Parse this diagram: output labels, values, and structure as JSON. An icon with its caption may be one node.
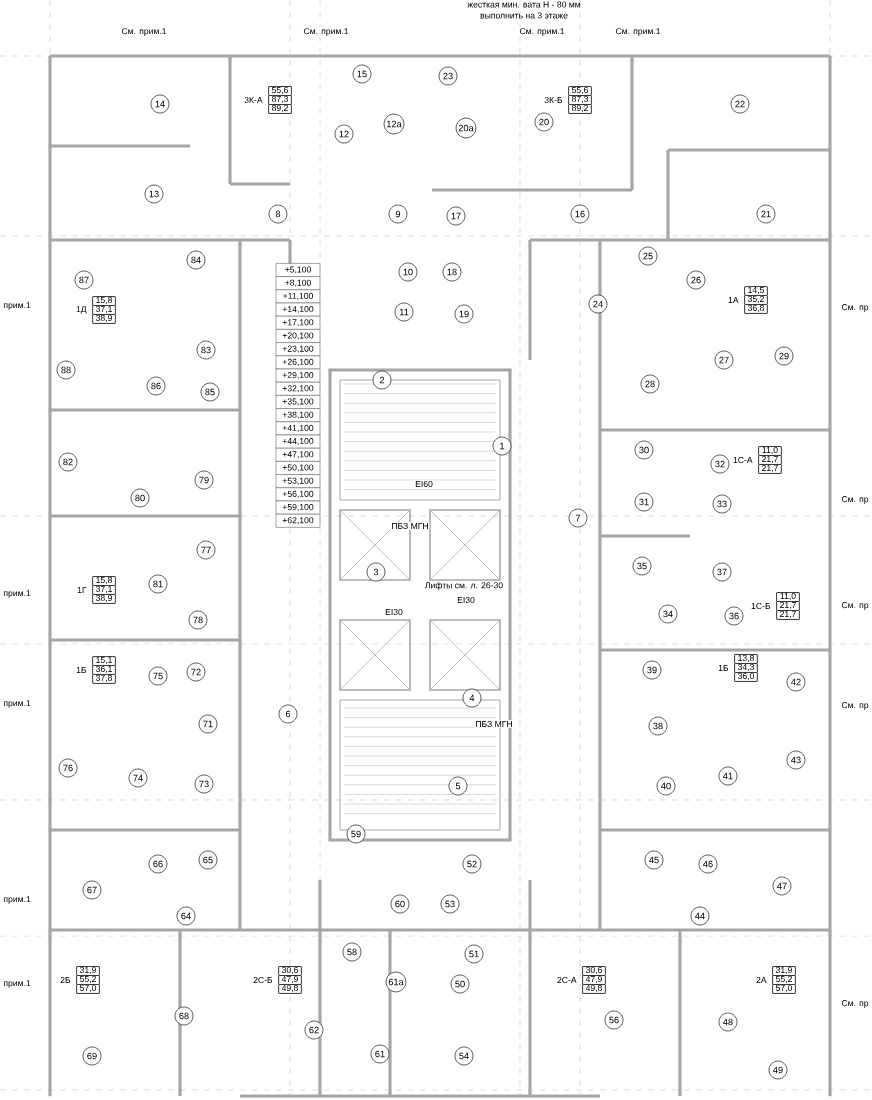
{
  "diagram": {
    "nodes": [
      {
        "text": [
          "14"
        ]
      },
      {
        "text": [
          "13"
        ]
      },
      {
        "text": [
          "8"
        ]
      },
      {
        "text": [
          "12"
        ]
      },
      {
        "text": [
          "15"
        ]
      },
      {
        "text": [
          "12a"
        ]
      },
      {
        "text": [
          "9"
        ]
      },
      {
        "text": [
          "10"
        ]
      },
      {
        "text": [
          "11"
        ]
      },
      {
        "text": [
          "87"
        ]
      },
      {
        "text": [
          "84"
        ]
      },
      {
        "text": [
          "83"
        ]
      },
      {
        "text": [
          "23"
        ]
      },
      {
        "text": [
          "20a"
        ]
      },
      {
        "text": [
          "20"
        ]
      },
      {
        "text": [
          "22"
        ]
      },
      {
        "text": [
          "21"
        ]
      },
      {
        "text": [
          "16"
        ]
      },
      {
        "text": [
          "17"
        ]
      },
      {
        "text": [
          "18"
        ]
      },
      {
        "text": [
          "19"
        ]
      },
      {
        "text": [
          "25"
        ]
      },
      {
        "text": [
          "26"
        ]
      },
      {
        "text": [
          "24"
        ]
      },
      {
        "text": [
          "27"
        ]
      },
      {
        "text": [
          "29"
        ]
      },
      {
        "text": [
          "88"
        ]
      },
      {
        "text": [
          "86"
        ]
      },
      {
        "text": [
          "85"
        ]
      },
      {
        "text": [
          "82"
        ]
      },
      {
        "text": [
          "79"
        ]
      },
      {
        "text": [
          "80"
        ]
      },
      {
        "text": [
          "77"
        ]
      },
      {
        "text": [
          "81"
        ]
      },
      {
        "text": [
          "78"
        ]
      },
      {
        "text": [
          "75"
        ]
      },
      {
        "text": [
          "72"
        ]
      },
      {
        "text": [
          "71"
        ]
      },
      {
        "text": [
          "6"
        ]
      },
      {
        "text": [
          "2"
        ]
      },
      {
        "text": [
          "3"
        ]
      },
      {
        "text": [
          "1"
        ]
      },
      {
        "text": [
          "7"
        ]
      },
      {
        "text": [
          "4"
        ]
      },
      {
        "text": [
          "28"
        ]
      },
      {
        "text": [
          "30"
        ]
      },
      {
        "text": [
          "32"
        ]
      },
      {
        "text": [
          "31"
        ]
      },
      {
        "text": [
          "33"
        ]
      },
      {
        "text": [
          "35"
        ]
      },
      {
        "text": [
          "37"
        ]
      },
      {
        "text": [
          "34"
        ]
      },
      {
        "text": [
          "36"
        ]
      },
      {
        "text": [
          "39"
        ]
      },
      {
        "text": [
          "42"
        ]
      },
      {
        "text": [
          "38"
        ]
      },
      {
        "text": [
          "76"
        ]
      },
      {
        "text": [
          "74"
        ]
      },
      {
        "text": [
          "73"
        ]
      },
      {
        "text": [
          "66"
        ]
      },
      {
        "text": [
          "65"
        ]
      },
      {
        "text": [
          "67"
        ]
      },
      {
        "text": [
          "64"
        ]
      },
      {
        "text": [
          "68"
        ]
      },
      {
        "text": [
          "69"
        ]
      },
      {
        "text": [
          "59"
        ]
      },
      {
        "text": [
          "60"
        ]
      },
      {
        "text": [
          "58"
        ]
      },
      {
        "text": [
          "61a"
        ]
      },
      {
        "text": [
          "62"
        ]
      },
      {
        "text": [
          "61"
        ]
      },
      {
        "text": [
          "5"
        ]
      },
      {
        "text": [
          "43"
        ]
      },
      {
        "text": [
          "41"
        ]
      },
      {
        "text": [
          "40"
        ]
      },
      {
        "text": [
          "45"
        ]
      },
      {
        "text": [
          "46"
        ]
      },
      {
        "text": [
          "47"
        ]
      },
      {
        "text": [
          "44"
        ]
      },
      {
        "text": [
          "52"
        ]
      },
      {
        "text": [
          "53"
        ]
      },
      {
        "text": [
          "51"
        ]
      },
      {
        "text": [
          "50"
        ]
      },
      {
        "text": [
          "54"
        ]
      },
      {
        "text": [
          "56"
        ]
      },
      {
        "text": [
          "48"
        ]
      },
      {
        "text": [
          "49"
        ]
      }
    ],
    "labels": [
      "жесткая мин. вата H - 80 мм",
      "выполнить на 3 этаже",
      "См. прим.1",
      "См. прим.1",
      "См. прим.1",
      "См. прим.1",
      "прим.1",
      "прим.1",
      "прим.1",
      "прим.1",
      "прим.1",
      "См. пр",
      "См. пр",
      "См. пр",
      "См. пр",
      "См. пр",
      "3К-А",
      "55,6",
      "87,3",
      "89,2",
      "3К-Б",
      "55,6",
      "87,3",
      "89,2",
      "1Д",
      "15,8",
      "37,1",
      "38,9",
      "1А",
      "14,5",
      "35,2",
      "36,8",
      "1Г",
      "15,8",
      "37,1",
      "38,9",
      "1С-А",
      "11,0",
      "21,7",
      "21,7",
      "1Б",
      "15,1",
      "36,1",
      "37,8",
      "1С-Б",
      "11,0",
      "21,7",
      "21,7",
      "1Б",
      "13,8",
      "34,3",
      "36,0",
      "2Б",
      "31,9",
      "55,2",
      "57,0",
      "2С-Б",
      "30,6",
      "47,9",
      "49,8",
      "2С-А",
      "30,6",
      "47,9",
      "49,8",
      "2А",
      "31,9",
      "55,2",
      "57,0",
      "+5,100",
      "+8,100",
      "+11,100",
      "+14,100",
      "+17,100",
      "+20,100",
      "+23,100",
      "+26,100",
      "+29,100",
      "+32,100",
      "+35,100",
      "+38,100",
      "+41,100",
      "+44,100",
      "+47,100",
      "+50,100",
      "+53,100",
      "+56,100",
      "+59,100",
      "+62,100",
      "ПБЗ МГН",
      "ПБЗ МГН",
      "EI60",
      "EI30",
      "EI30",
      "Лифты см. л. 26-30"
    ]
  }
}
